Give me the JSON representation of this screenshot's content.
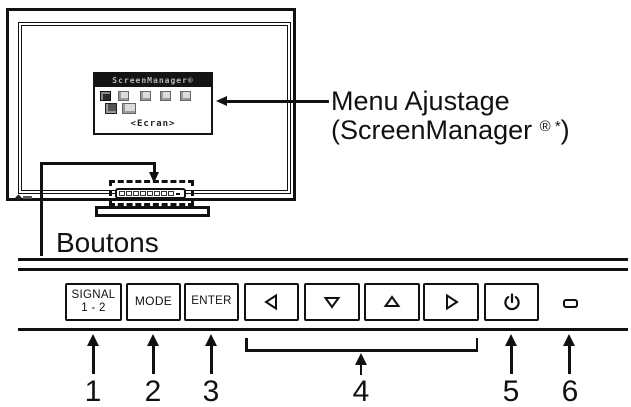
{
  "monitor": {
    "osd_menu": {
      "title": "ScreenManager®",
      "footer": "<Ecran>",
      "icons_row1": [
        "screen-icon-selected",
        "border-icon",
        "color-icon",
        "others-icon",
        "info-icon"
      ],
      "icons_row2": [
        "globe-language-icon",
        "hand-settings-icon"
      ]
    },
    "logo_icon": "brand-mark-icon"
  },
  "callouts": {
    "menu": {
      "line1": "Menu Ajustage",
      "line2_open": "(ScreenManager ",
      "line2_sup": "® *",
      "line2_close": ")"
    },
    "buttons_label": "Boutons"
  },
  "panel": {
    "buttons": [
      {
        "name": "signal-button",
        "line1": "SIGNAL",
        "line2": "1 - 2"
      },
      {
        "name": "mode-button",
        "label": "MODE"
      },
      {
        "name": "enter-button",
        "label": "ENTER"
      },
      {
        "name": "left-button",
        "icon": "triangle-left-icon"
      },
      {
        "name": "down-button",
        "icon": "triangle-down-icon"
      },
      {
        "name": "up-button",
        "icon": "triangle-up-icon"
      },
      {
        "name": "right-button",
        "icon": "triangle-right-icon"
      },
      {
        "name": "power-button",
        "icon": "power-icon"
      }
    ],
    "indicator_icon": "power-led-indicator",
    "numbers": [
      "1",
      "2",
      "3",
      "4",
      "5",
      "6"
    ]
  }
}
